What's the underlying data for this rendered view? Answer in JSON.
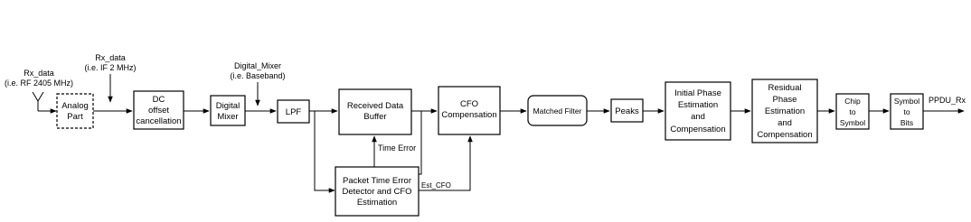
{
  "blocks": {
    "analog": [
      "Analog",
      "Part"
    ],
    "dc": [
      "DC",
      "offset",
      "cancellation"
    ],
    "mixer": [
      "Digital",
      "Mixer"
    ],
    "lpf": [
      "LPF"
    ],
    "buffer": [
      "Received Data",
      "Buffer"
    ],
    "cfo": [
      "CFO",
      "Compensation"
    ],
    "ptee": [
      "Packet Time Error",
      "Detector and CFO",
      "Estimation"
    ],
    "matched": [
      "Matched Filter"
    ],
    "peaks": [
      "Peaks"
    ],
    "initial_phase": [
      "Initial Phase",
      "Estimation",
      "and",
      "Compensation"
    ],
    "residual_phase": [
      "Residual",
      "Phase",
      "Estimation",
      "and",
      "Compensation"
    ],
    "chip": [
      "Chip",
      "to",
      "Symbol"
    ],
    "symbol": [
      "Symbol",
      "to",
      "Bits"
    ]
  },
  "labels": {
    "rx_rf_1": "Rx_data",
    "rx_rf_2": "(i.e. RF 2405 MHz)",
    "rx_if_1": "Rx_data",
    "rx_if_2": "(i.e. IF 2 MHz)",
    "mixer_in_1": "Digital_Mixer",
    "mixer_in_2": "(i.e. Baseband)",
    "time_error": "Time Error",
    "est_cfo": "Est_CFO",
    "output": "PPDU_Rx"
  }
}
